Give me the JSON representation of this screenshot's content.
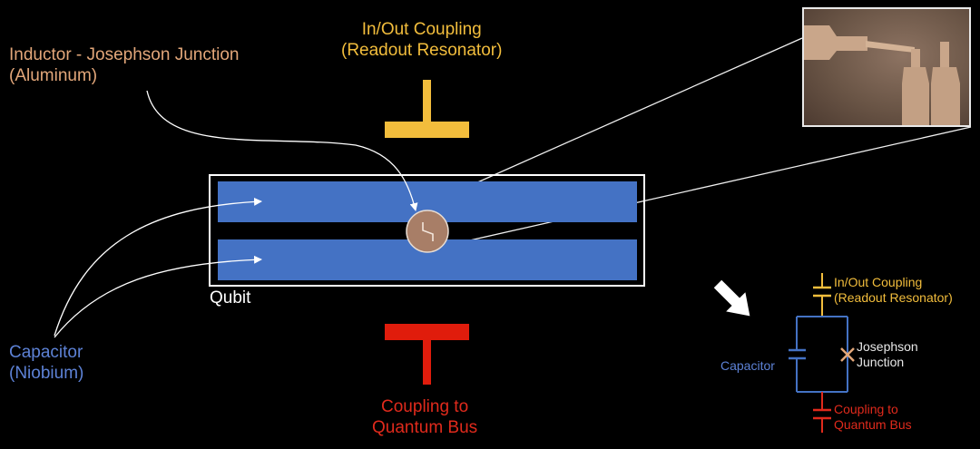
{
  "labels": {
    "inductor_line1": "Inductor - Josephson Junction",
    "inductor_line2": "(Aluminum)",
    "inout_line1": "In/Out Coupling",
    "inout_line2": "(Readout Resonator)",
    "qubit": "Qubit",
    "capacitor_line1": "Capacitor",
    "capacitor_line2": "(Niobium)",
    "coupling_line1": "Coupling to",
    "coupling_line2": "Quantum Bus"
  },
  "circuit": {
    "inout_line1": "In/Out Coupling",
    "inout_line2": "(Readout Resonator)",
    "capacitor": "Capacitor",
    "josephson_line1": "Josephson",
    "josephson_line2": "Junction",
    "coupling_line1": "Coupling to",
    "coupling_line2": "Quantum Bus"
  },
  "colors": {
    "background": "#000000",
    "label_orange": "#e3a77a",
    "coupling_yellow": "#f2bd3c",
    "capacitor_blue": "#4472c4",
    "label_blue": "#5d82d6",
    "coupling_red": "#e02a1c",
    "junction_bubble": "#a87e67",
    "outline_white": "#ffffff"
  },
  "icons": {
    "arrow": "large-white-arrow-down-right",
    "junction": "cross-icon",
    "zoom_image": "micrograph-josephson-junction"
  }
}
